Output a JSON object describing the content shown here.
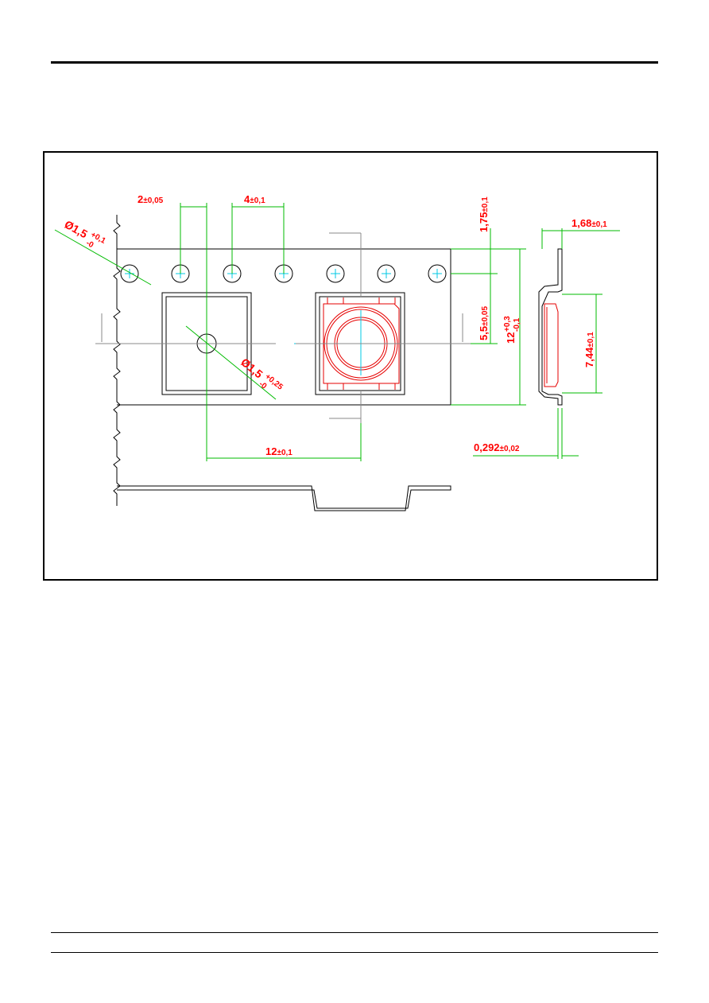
{
  "dimensions": {
    "sprocket_pitch": {
      "nominal": "4",
      "tol": "±0,1"
    },
    "hole_offset": {
      "nominal": "2",
      "tol": "±0,05"
    },
    "sprocket_diameter": {
      "nominal": "Ø1,5",
      "upper": "+0,1",
      "lower": "-0"
    },
    "pocket_hole_diameter": {
      "nominal": "Ø1,5",
      "upper": "+0,25",
      "lower": "-0"
    },
    "pocket_pitch": {
      "nominal": "12",
      "tol": "±0,1"
    },
    "edge_to_hole": {
      "nominal": "1,75",
      "tol": "±0,1"
    },
    "hole_to_center": {
      "nominal": "5,5",
      "tol": "±0,05"
    },
    "tape_width": {
      "nominal": "12",
      "upper": "+0,3",
      "lower": "-0,1"
    },
    "overall_thickness": {
      "nominal": "1,68",
      "tol": "±0,1"
    },
    "pocket_depth": {
      "nominal": "7,44",
      "tol": "±0,1"
    },
    "tape_thickness": {
      "nominal": "0,292",
      "tol": "±0,02"
    }
  },
  "colors": {
    "outline": "#000000",
    "dimension_line": "#00bb00",
    "center_line": "#00c8e6",
    "component": "#e60000",
    "dimension_text": "#ff0000"
  }
}
